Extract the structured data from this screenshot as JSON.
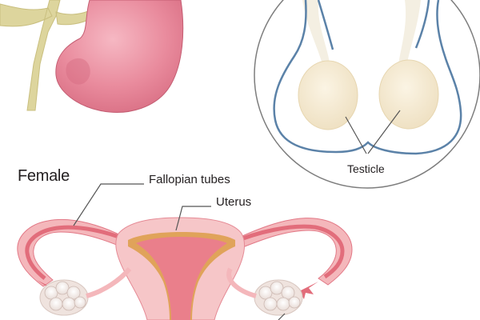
{
  "labels": {
    "female": "Female",
    "fallopian_tubes": "Fallopian tubes",
    "uterus": "Uterus",
    "testicle": "Testicle"
  },
  "colors": {
    "kidney": "#e58a9c",
    "kidney_vessels": "#d9d196",
    "scrotum_outline": "#5b82a8",
    "testicle": "#f3e8cf",
    "uterus_outer": "#f3b9bd",
    "uterus_tube": "#e4707c",
    "endometrium": "#e0a35a",
    "ovary": "#f5efea",
    "leader_line": "#555555"
  }
}
